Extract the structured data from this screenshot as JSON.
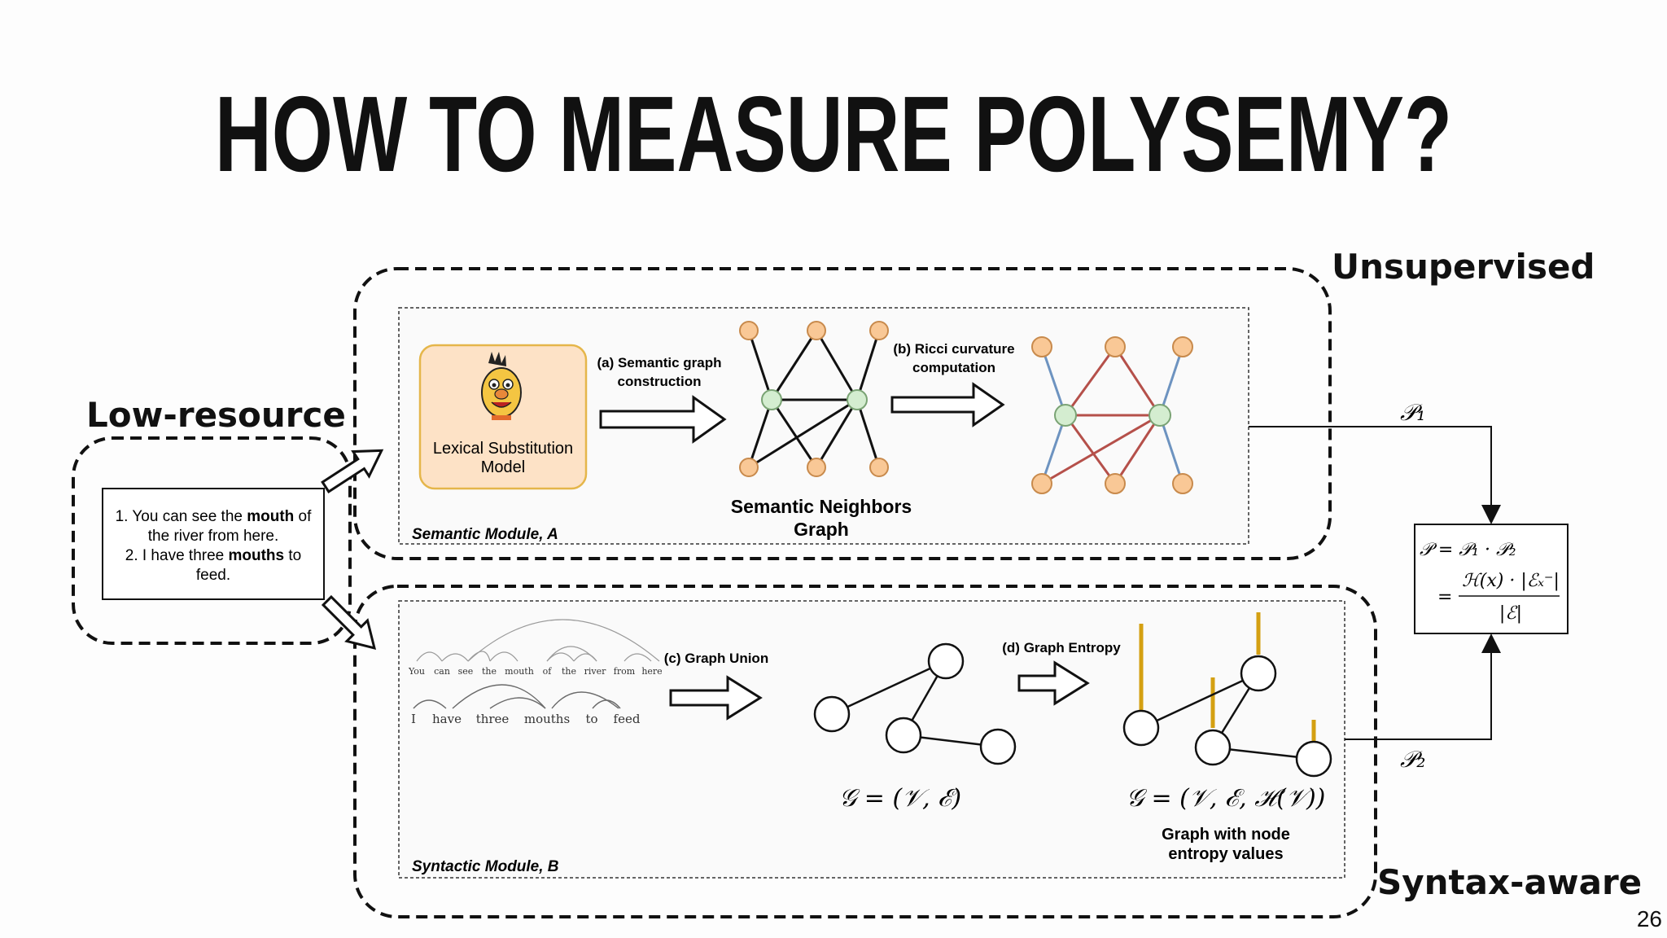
{
  "slide": {
    "title": "HOW TO MEASURE POLYSEMY?",
    "page_number": "26"
  },
  "regions": {
    "unsupervised": "Unsupervised",
    "low_resource": "Low-resource",
    "syntax_aware": "Syntax-aware"
  },
  "input_box": {
    "line1_pre": "1. You can see the ",
    "line1_bold": "mouth",
    "line1_post": " of",
    "line2": "the river from here.",
    "line3_pre": "2. I have three ",
    "line3_bold": "mouths",
    "line3_post": " to",
    "line4": "feed."
  },
  "semantic_module": {
    "model_line1": "Lexical Substitution",
    "model_line2": "Model",
    "step_a_line1": "(a) Semantic graph",
    "step_a_line2": "construction",
    "step_b_line1": "(b) Ricci curvature",
    "step_b_line2": "computation",
    "graph_caption_line1": "Semantic Neighbors",
    "graph_caption_line2": "Graph",
    "module_label": "Semantic Module, A",
    "p1": "𝒫₁"
  },
  "syntactic_module": {
    "sentence1": [
      "You",
      "can",
      "see",
      "the",
      "mouth",
      "of",
      "the",
      "river",
      "from",
      "here"
    ],
    "sentence2": [
      "I",
      "have",
      "three",
      "mouths",
      "to",
      "feed"
    ],
    "step_c": "(c) Graph Union",
    "step_d": "(d) Graph Entropy",
    "formula_g": "𝒢 = (𝒱, ℰ)",
    "formula_gh": "𝒢 = (𝒱, ℰ, ℋ(𝒱))",
    "entropy_caption_line1": "Graph with node",
    "entropy_caption_line2": "entropy values",
    "module_label": "Syntactic Module, B",
    "p2": "𝒫₂"
  },
  "result_box": {
    "line1": "𝒫 = 𝒫₁ · 𝒫₂",
    "eq": "=",
    "numerator": "ℋ(x) · |ℰₓ⁻|",
    "denominator": "|ℰ|"
  },
  "colors": {
    "node_orange": "#f9c896",
    "node_green": "#d4edd0",
    "model_box": "#fde2c6",
    "ricci_red": "#b5504a",
    "ricci_blue": "#6d93c0",
    "entropy_bar": "#d4a012"
  }
}
